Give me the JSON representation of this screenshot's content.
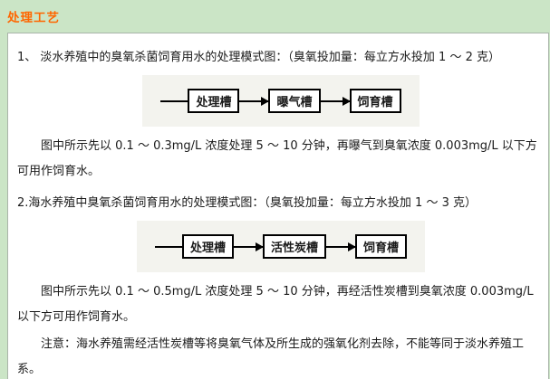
{
  "page": {
    "title": "处理工艺"
  },
  "colors": {
    "background": "#cbe5c6",
    "title": "#ff6600",
    "panel": "#ffffff",
    "diagram_background": "#f3f3ee",
    "box_border": "#000000"
  },
  "sections": [
    {
      "heading": "1、 淡水养殖中的臭氧杀菌饲育用水的处理模式图：（臭氧投加量：每立方水投加 1 ～ 2 克）",
      "diagram": {
        "type": "flow",
        "steps": [
          "处理槽",
          "曝气槽",
          "饲育槽"
        ]
      },
      "paragraphs": [
        "图中所示先以 0.1 ～ 0.3mg/L 浓度处理 5 ～ 10 分钟，再曝气到臭氧浓度 0.003mg/L 以下方可用作饲育水。"
      ]
    },
    {
      "heading": "2.海水养殖中臭氧杀菌饲育用水的处理模式图：（臭氧投加量：每立方水投加 1 ～ 3 克）",
      "diagram": {
        "type": "flow",
        "steps": [
          "处理槽",
          "活性炭槽",
          "饲育槽"
        ]
      },
      "paragraphs": [
        "图中所示先以 0.1 ～ 0.5mg/L 浓度处理 5 ～ 10 分钟，再经活性炭槽到臭氧浓度 0.003mg/L 以下方可用作饲育水。",
        "注意：海水养殖需经活性炭槽等将臭氧气体及所生成的强氧化剂去除，不能等同于淡水养殖工系。"
      ]
    }
  ]
}
